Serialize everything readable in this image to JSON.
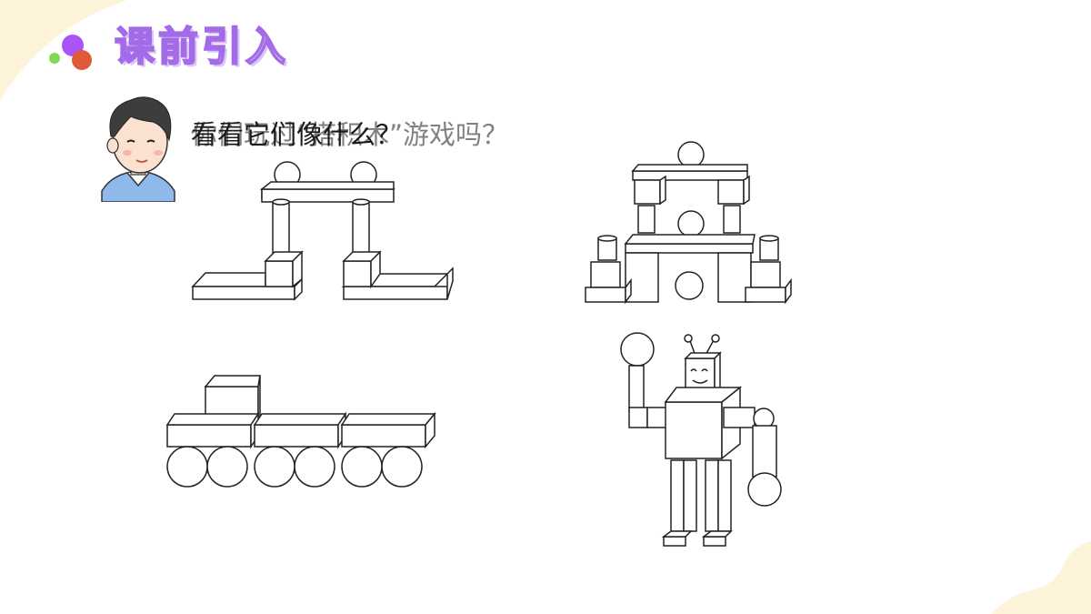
{
  "header": {
    "title": "课前引入"
  },
  "question": {
    "line_a": "你们玩过“搭积木”游戏吗？",
    "line_b": "看看它们像什么？"
  },
  "figures": [
    {
      "name": "gate-figure"
    },
    {
      "name": "castle-figure"
    },
    {
      "name": "train-figure"
    },
    {
      "name": "robot-figure"
    }
  ],
  "colors": {
    "title_stroke": "#a36be8",
    "dot_purple": "#a855f7",
    "dot_red": "#e05a3a",
    "dot_green": "#7ed957",
    "corner_cream": "#fdf3d8"
  }
}
